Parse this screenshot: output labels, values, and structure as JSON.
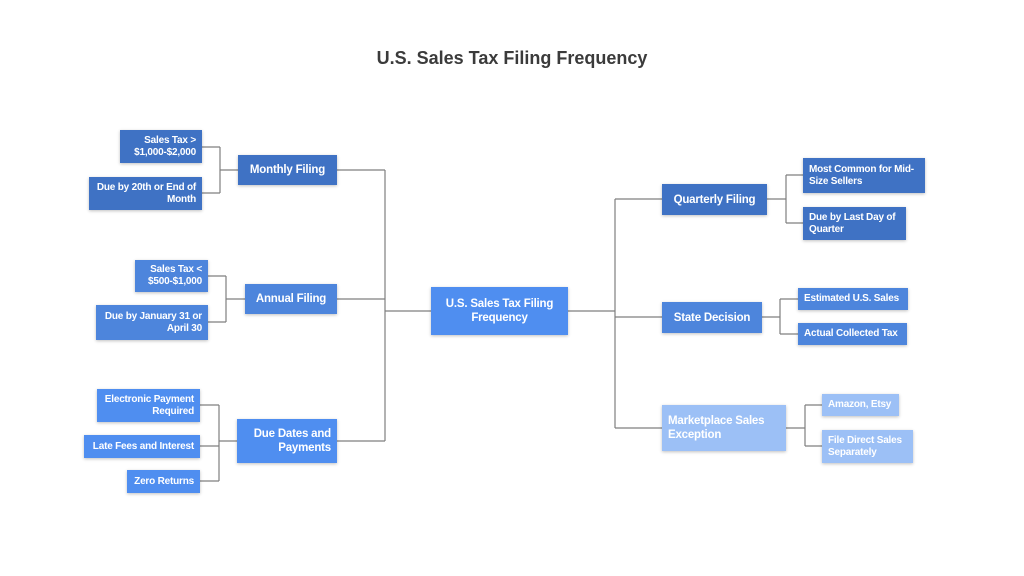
{
  "title": "U.S. Sales Tax Filing Frequency",
  "colors": {
    "connector": "#7f7f7f",
    "node_dark": "#3f72c4",
    "node_mid": "#4d85dc",
    "node_bright": "#4f8ef0",
    "node_light": "#9cc0f6"
  },
  "center": {
    "label": "U.S. Sales Tax Filing Frequency"
  },
  "left": {
    "monthly": {
      "label": "Monthly Filing",
      "children": [
        "Sales Tax > $1,000-$2,000",
        "Due by 20th or End of Month"
      ]
    },
    "annual": {
      "label": "Annual Filing",
      "children": [
        "Sales Tax < $500-$1,000",
        "Due by January 31 or April 30"
      ]
    },
    "due": {
      "label": "Due Dates and Payments",
      "children": [
        "Electronic Payment Required",
        "Late Fees and Interest",
        "Zero Returns"
      ]
    }
  },
  "right": {
    "quarterly": {
      "label": "Quarterly Filing",
      "children": [
        "Most Common for Mid-Size Sellers",
        "Due by Last Day of Quarter"
      ]
    },
    "state": {
      "label": "State Decision",
      "children": [
        "Estimated U.S. Sales",
        "Actual Collected Tax"
      ]
    },
    "marketplace": {
      "label": "Marketplace Sales Exception",
      "children": [
        "Amazon, Etsy",
        "File Direct Sales Separately"
      ]
    }
  }
}
